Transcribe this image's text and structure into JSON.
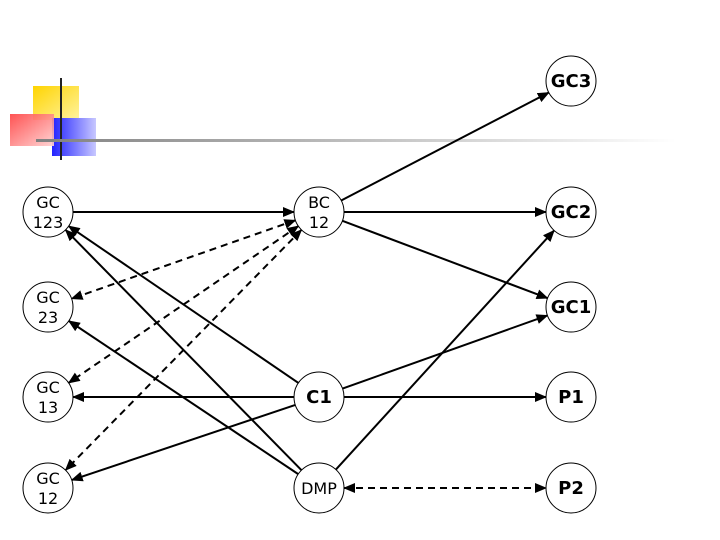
{
  "nodes": [
    {
      "id": "gc3",
      "lines": [
        "GC3"
      ],
      "bold": true
    },
    {
      "id": "gc123",
      "lines": [
        "GC",
        "123"
      ],
      "bold": false
    },
    {
      "id": "bc12",
      "lines": [
        "BC",
        "12"
      ],
      "bold": false
    },
    {
      "id": "gc2",
      "lines": [
        "GC2"
      ],
      "bold": true
    },
    {
      "id": "gc23",
      "lines": [
        "GC",
        "23"
      ],
      "bold": false
    },
    {
      "id": "gc1",
      "lines": [
        "GC1"
      ],
      "bold": true
    },
    {
      "id": "gc13",
      "lines": [
        "GC",
        "13"
      ],
      "bold": false
    },
    {
      "id": "c1",
      "lines": [
        "C1"
      ],
      "bold": true
    },
    {
      "id": "p1",
      "lines": [
        "P1"
      ],
      "bold": true
    },
    {
      "id": "gc12",
      "lines": [
        "GC",
        "12"
      ],
      "bold": false
    },
    {
      "id": "dmp",
      "lines": [
        "DMP"
      ],
      "bold": false
    },
    {
      "id": "p2",
      "lines": [
        "P2"
      ],
      "bold": true
    }
  ],
  "edges": [
    {
      "from": "gc123",
      "to": "bc12",
      "style": "solid",
      "arrow": "end"
    },
    {
      "from": "bc12",
      "to": "gc3",
      "style": "solid",
      "arrow": "end"
    },
    {
      "from": "bc12",
      "to": "gc2",
      "style": "solid",
      "arrow": "end"
    },
    {
      "from": "bc12",
      "to": "gc1",
      "style": "solid",
      "arrow": "end"
    },
    {
      "from": "bc12",
      "to": "gc23",
      "style": "dashed",
      "arrow": "both"
    },
    {
      "from": "bc12",
      "to": "gc13",
      "style": "dashed",
      "arrow": "both"
    },
    {
      "from": "bc12",
      "to": "gc12",
      "style": "dashed",
      "arrow": "both"
    },
    {
      "from": "c1",
      "to": "gc123",
      "style": "solid",
      "arrow": "end"
    },
    {
      "from": "c1",
      "to": "gc13",
      "style": "solid",
      "arrow": "end"
    },
    {
      "from": "c1",
      "to": "gc12",
      "style": "solid",
      "arrow": "end"
    },
    {
      "from": "c1",
      "to": "gc1",
      "style": "solid",
      "arrow": "end"
    },
    {
      "from": "c1",
      "to": "p1",
      "style": "solid",
      "arrow": "end"
    },
    {
      "from": "dmp",
      "to": "gc123",
      "style": "solid",
      "arrow": "end"
    },
    {
      "from": "dmp",
      "to": "gc23",
      "style": "solid",
      "arrow": "end"
    },
    {
      "from": "dmp",
      "to": "gc2",
      "style": "solid",
      "arrow": "end"
    },
    {
      "from": "dmp",
      "to": "p2",
      "style": "dashed",
      "arrow": "both"
    }
  ],
  "colors": {
    "logo_yellow": "#ffd400",
    "logo_red": "#ff5050",
    "logo_blue": "#3333ff",
    "rule_gray": "#b0b0b0"
  }
}
